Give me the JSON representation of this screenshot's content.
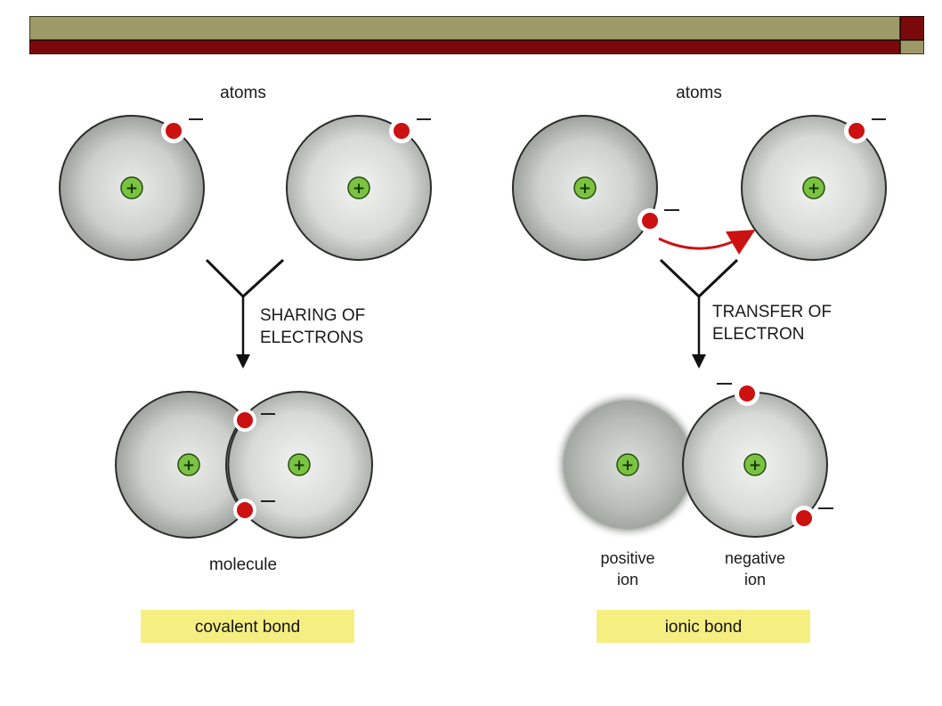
{
  "header": {
    "olive_color": "#9e9a68",
    "maroon_color": "#7a0a0a"
  },
  "covalent": {
    "atoms_label": "atoms",
    "process_label_line1": "SHARING OF",
    "process_label_line2": "ELECTRONS",
    "product_label": "molecule",
    "bond_name": "covalent bond"
  },
  "ionic": {
    "atoms_label": "atoms",
    "process_label_line1": "TRANSFER OF",
    "process_label_line2": "ELECTRON",
    "positive_label_line1": "positive",
    "positive_label_line2": "ion",
    "negative_label_line1": "negative",
    "negative_label_line2": "ion",
    "bond_name": "ionic bond"
  },
  "symbols": {
    "nucleus": "+",
    "electron_charge": "—"
  },
  "colors": {
    "electron": "#cc1111",
    "nucleus": "#7cc242",
    "label_box": "#f5ef82",
    "arrow_red": "#cc1111"
  }
}
